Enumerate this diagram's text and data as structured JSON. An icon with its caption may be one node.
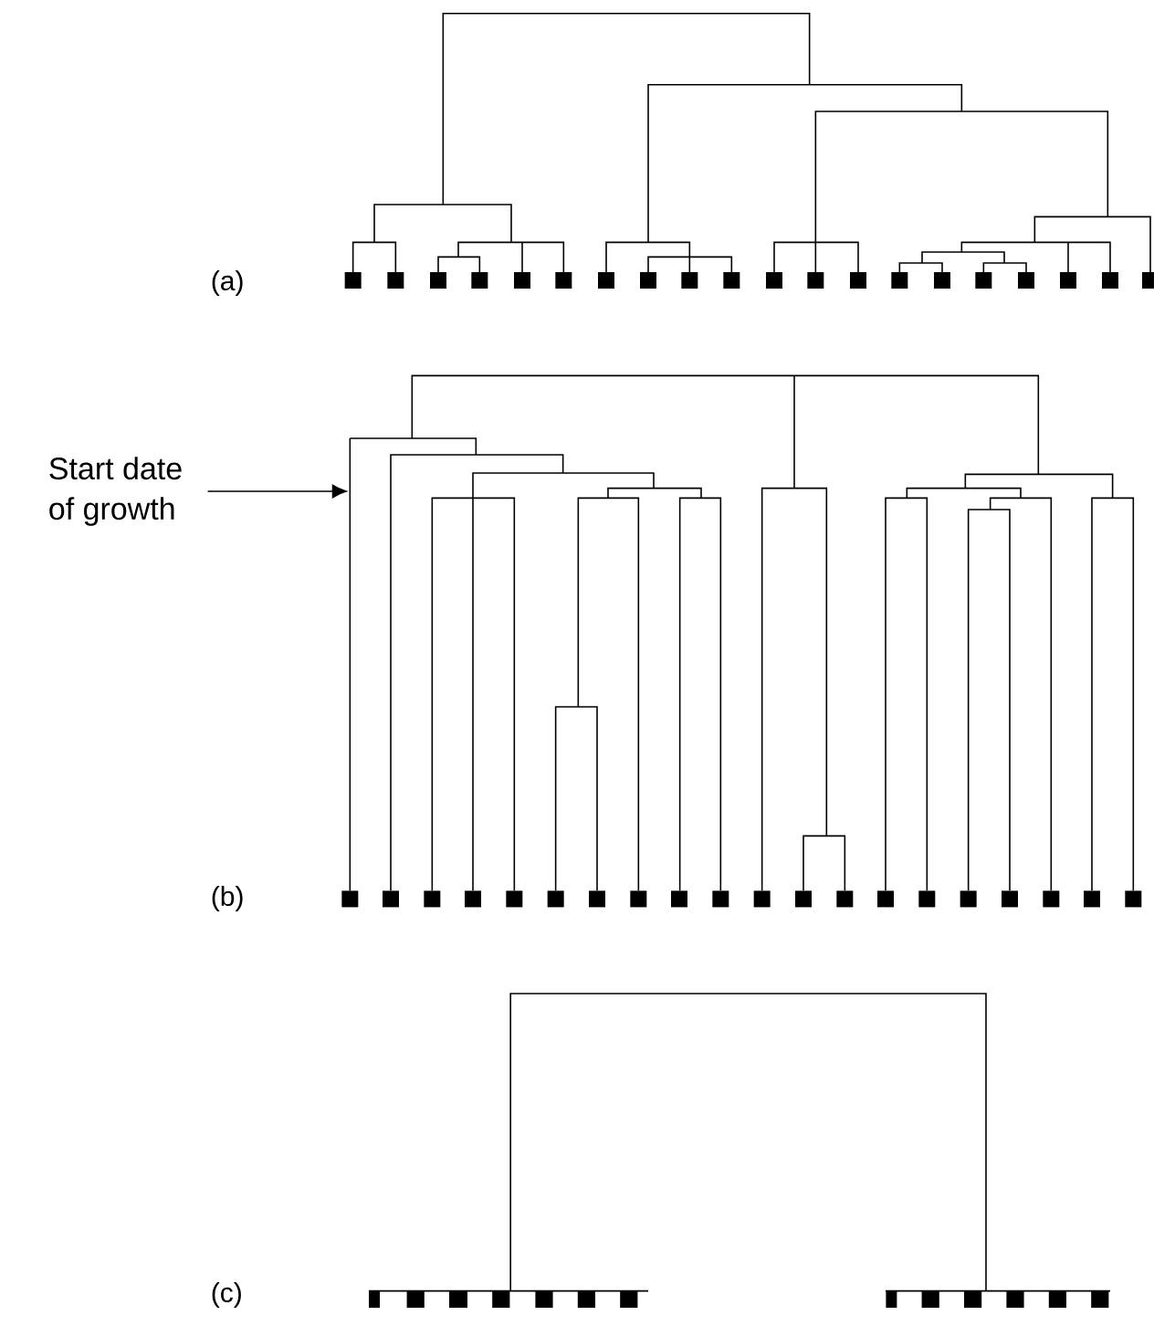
{
  "diagram": {
    "nodes": [
      {
        "text": [
          "Start date of growth"
        ]
      },
      {
        "text": [],
        "shape": "bar"
      }
    ],
    "edges": [
      {
        "from": 0,
        "to": 1,
        "arrow": "to"
      }
    ],
    "labels": [
      "(a)",
      "(b)",
      "(c)"
    ]
  }
}
